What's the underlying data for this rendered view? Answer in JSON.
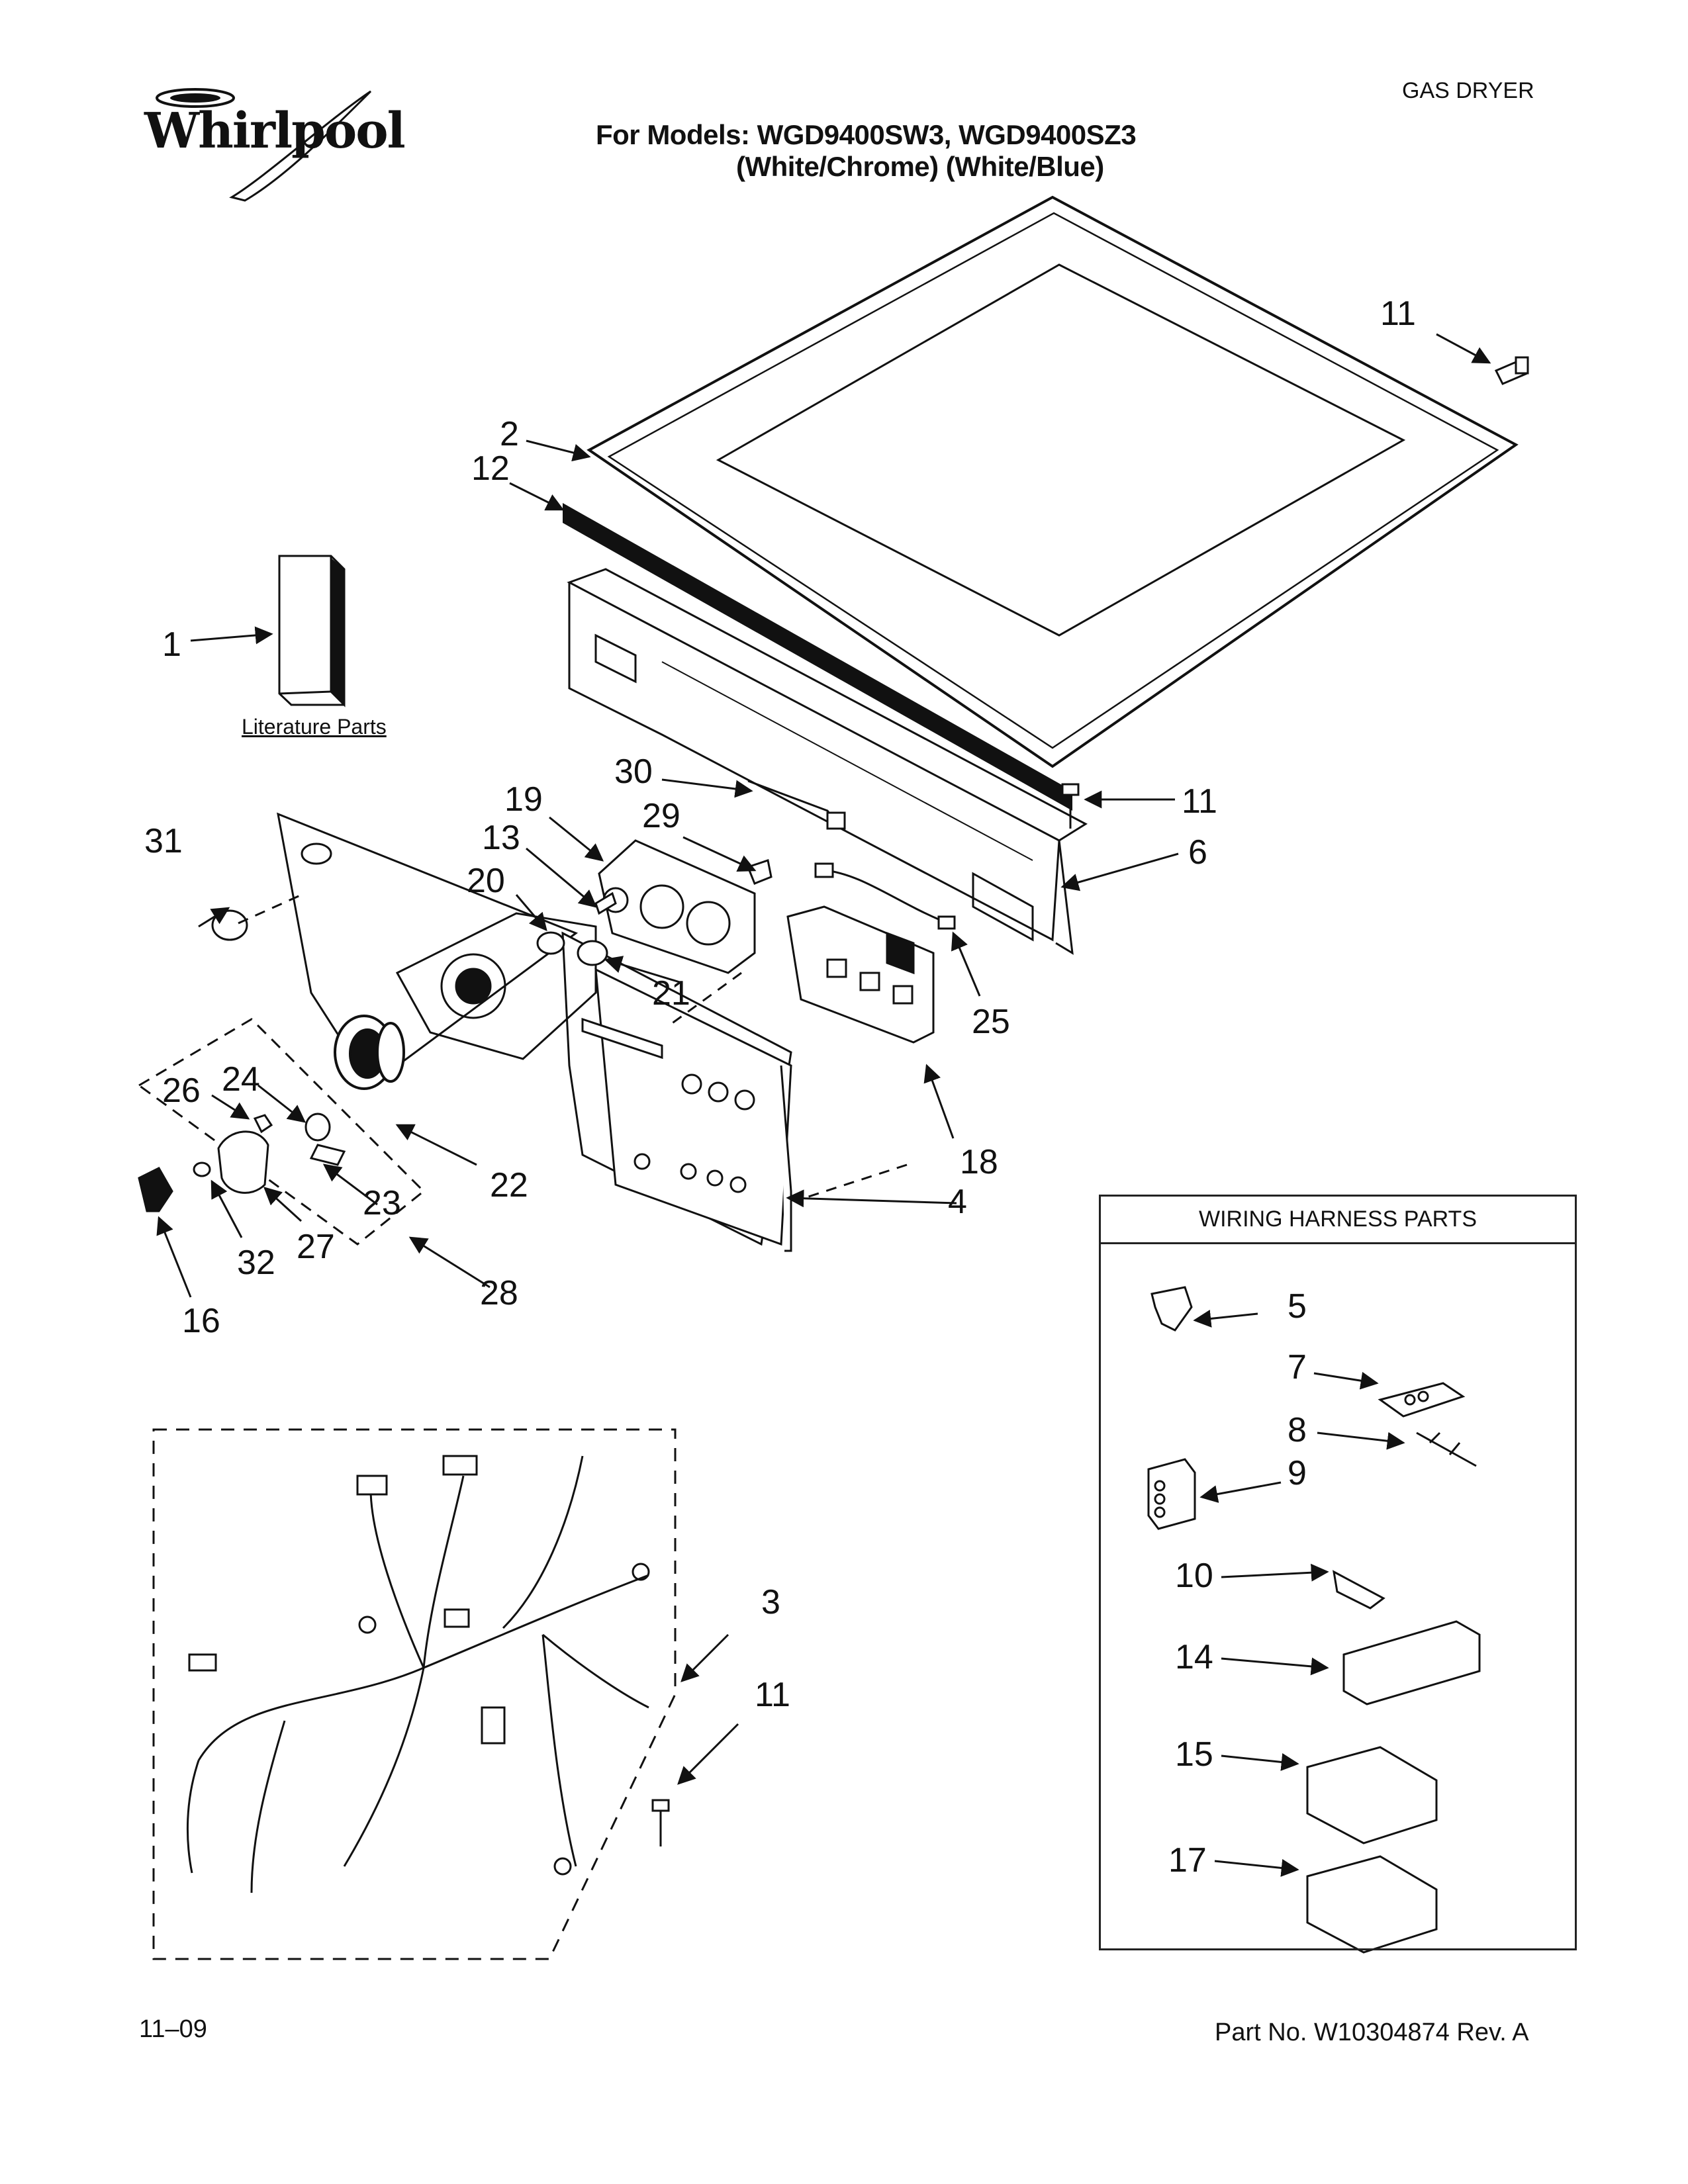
{
  "header": {
    "brand": "Whirlpool",
    "product_type": "GAS DRYER",
    "models_line": "For Models: WGD9400SW3, WGD9400SZ3",
    "colors_line": "(White/Chrome)  (White/Blue)"
  },
  "literature_label": "Literature Parts",
  "callouts": {
    "c1": "1",
    "c2": "2",
    "c3": "3",
    "c4": "4",
    "c5": "5",
    "c6": "6",
    "c7": "7",
    "c8": "8",
    "c9": "9",
    "c10": "10",
    "c11a": "11",
    "c11b": "11",
    "c11c": "11",
    "c12": "12",
    "c13": "13",
    "c14": "14",
    "c15": "15",
    "c16": "16",
    "c17": "17",
    "c18": "18",
    "c19": "19",
    "c20": "20",
    "c21": "21",
    "c22": "22",
    "c23": "23",
    "c24": "24",
    "c25": "25",
    "c26": "26",
    "c27": "27",
    "c28": "28",
    "c29": "29",
    "c30": "30",
    "c31": "31",
    "c32": "32"
  },
  "wiring_box": {
    "title": "WIRING HARNESS PARTS"
  },
  "footer": {
    "date": "11–09",
    "part_no": "Part No. W10304874 Rev. A"
  }
}
